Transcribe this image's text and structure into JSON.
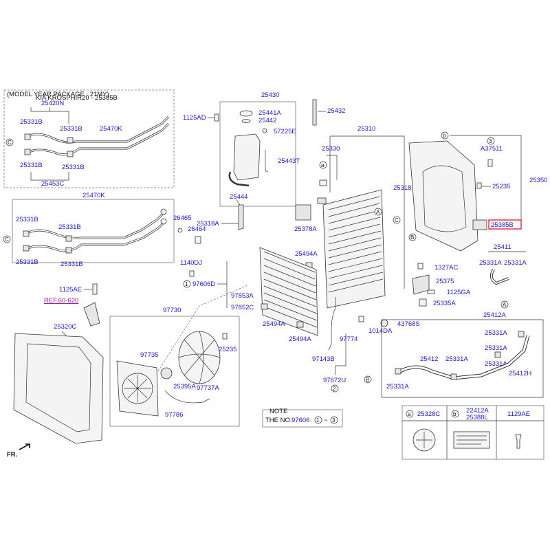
{
  "header": {
    "model_year_note": "(MODEL YEAR PACKAGE : 21MY)",
    "model_year_sub": "KIA KROSPHIR20 - 25385B"
  },
  "parts": {
    "p25420N": "25420N",
    "p25331B": "25331B",
    "p25470K": "25470K",
    "p25453C": "25453C",
    "p25430": "25430",
    "p25441A": "25441A",
    "p25442": "25442",
    "p57225E": "57225E",
    "p25443T": "25443T",
    "p25444": "25444",
    "p1125AD": "1125AD",
    "p25432": "25432",
    "p25310": "25310",
    "p25330": "25330",
    "p25318": "25318",
    "p25350": "25350",
    "pA37511": "A37511",
    "p25235": "25235",
    "p25385B": "25385B",
    "p26465": "26465",
    "p26464": "26464",
    "p25318A": "25318A",
    "p25378A": "25378A",
    "p1140DJ": "1140DJ",
    "p97606D": "97606D",
    "p97853A": "97853A",
    "p97852C": "97852C",
    "p25494A": "25494A",
    "p1327AC": "1327AC",
    "p25375": "25375",
    "p1125GA": "1125GA",
    "p25335A": "25335A",
    "p25411": "25411",
    "p25331A": "25331A",
    "p1125AE": "1125AE",
    "p97730": "97730",
    "p25320C": "25320C",
    "p97735": "97735",
    "p25395A": "25395A",
    "p97737A": "97737A",
    "p97786": "97786",
    "p97774": "97774",
    "p97143B": "97143B",
    "p97672U": "97672U",
    "p1014DA": "1014DA",
    "p43768S": "43768S",
    "p25412A": "25412A",
    "p25412": "25412",
    "p25412H": "25412H",
    "p25328C": "25328C",
    "p22412A": "22412A",
    "p25388L": "25388L",
    "p1129AE": "1129AE"
  },
  "reference": "REF.60-620",
  "callouts": {
    "a": "a",
    "b": "b",
    "c": "c",
    "A": "A",
    "B": "B",
    "C": "C",
    "n1": "1",
    "n2": "2",
    "n3": "3"
  },
  "note": {
    "title": "NOTE",
    "prefix": "THE NO.",
    "number": "97606",
    "sep": "~"
  },
  "front_label": "FR.",
  "highlight_color": "#e8001c",
  "part_color": "#1a1acc"
}
